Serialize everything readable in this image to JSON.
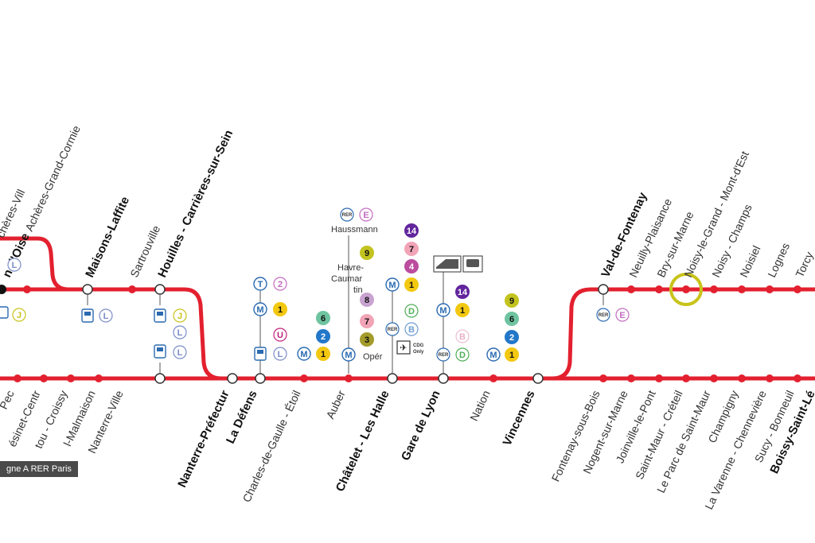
{
  "colors": {
    "line": "#e3202f",
    "highlight": "#c8c31a"
  },
  "tooltip": "gne A RER Paris",
  "upper_stations": [
    "n-d'Oise",
    "chères-Vill",
    "Achères-Grand-Cormie",
    "Maisons-Laffite",
    "Sartrouville",
    "Houilles - Carrières-sur-Sein",
    "Val-de-Fontenay",
    "Neuilly-Plaisance",
    "Bry-sur-Marne",
    "Noisy-le-Grand - Mont-d'Est",
    "Noisy - Champs",
    "Noisiel",
    "Lognes",
    "Torcy"
  ],
  "lower_stations": [
    "Pec",
    "ésinet-Centr",
    "tou - Croissy",
    "l-Malmaison",
    "Nanterre-Ville",
    "Nanterre-Préfectur",
    "La Défens",
    "Charles-de-Gaulle - Étoil",
    "Auber",
    "Châtelet - Les Halle",
    "Gare de Lyon",
    "Nation",
    "Vincennes",
    "Fontenay-sous-Bois",
    "Nogent-sur-Marne",
    "Joinville-le-Pont",
    "Saint-Maur - Créteil",
    "Le Parc de Saint-Maur",
    "Champigny",
    "La Varenne - Chennevière",
    "Sucy - Bonneuil",
    "Boissy-Saint-Lé"
  ],
  "interchange_labels": {
    "haussmann": "Haussmann",
    "havre": [
      "Havre-",
      "Caumar",
      "tin"
    ],
    "opera": "Opér",
    "cdg": [
      "CDG",
      "Only"
    ]
  },
  "badges": {
    "m": "M",
    "rer": "RER",
    "t": "T",
    "tr2": "2",
    "u": "U",
    "l": "L",
    "j": "J",
    "e": "E",
    "b": "B",
    "d": "D",
    "m1": "1",
    "m2": "2",
    "m3": "3",
    "m4": "4",
    "m6": "6",
    "m7": "7",
    "m8": "8",
    "m9": "9",
    "m14": "14"
  }
}
